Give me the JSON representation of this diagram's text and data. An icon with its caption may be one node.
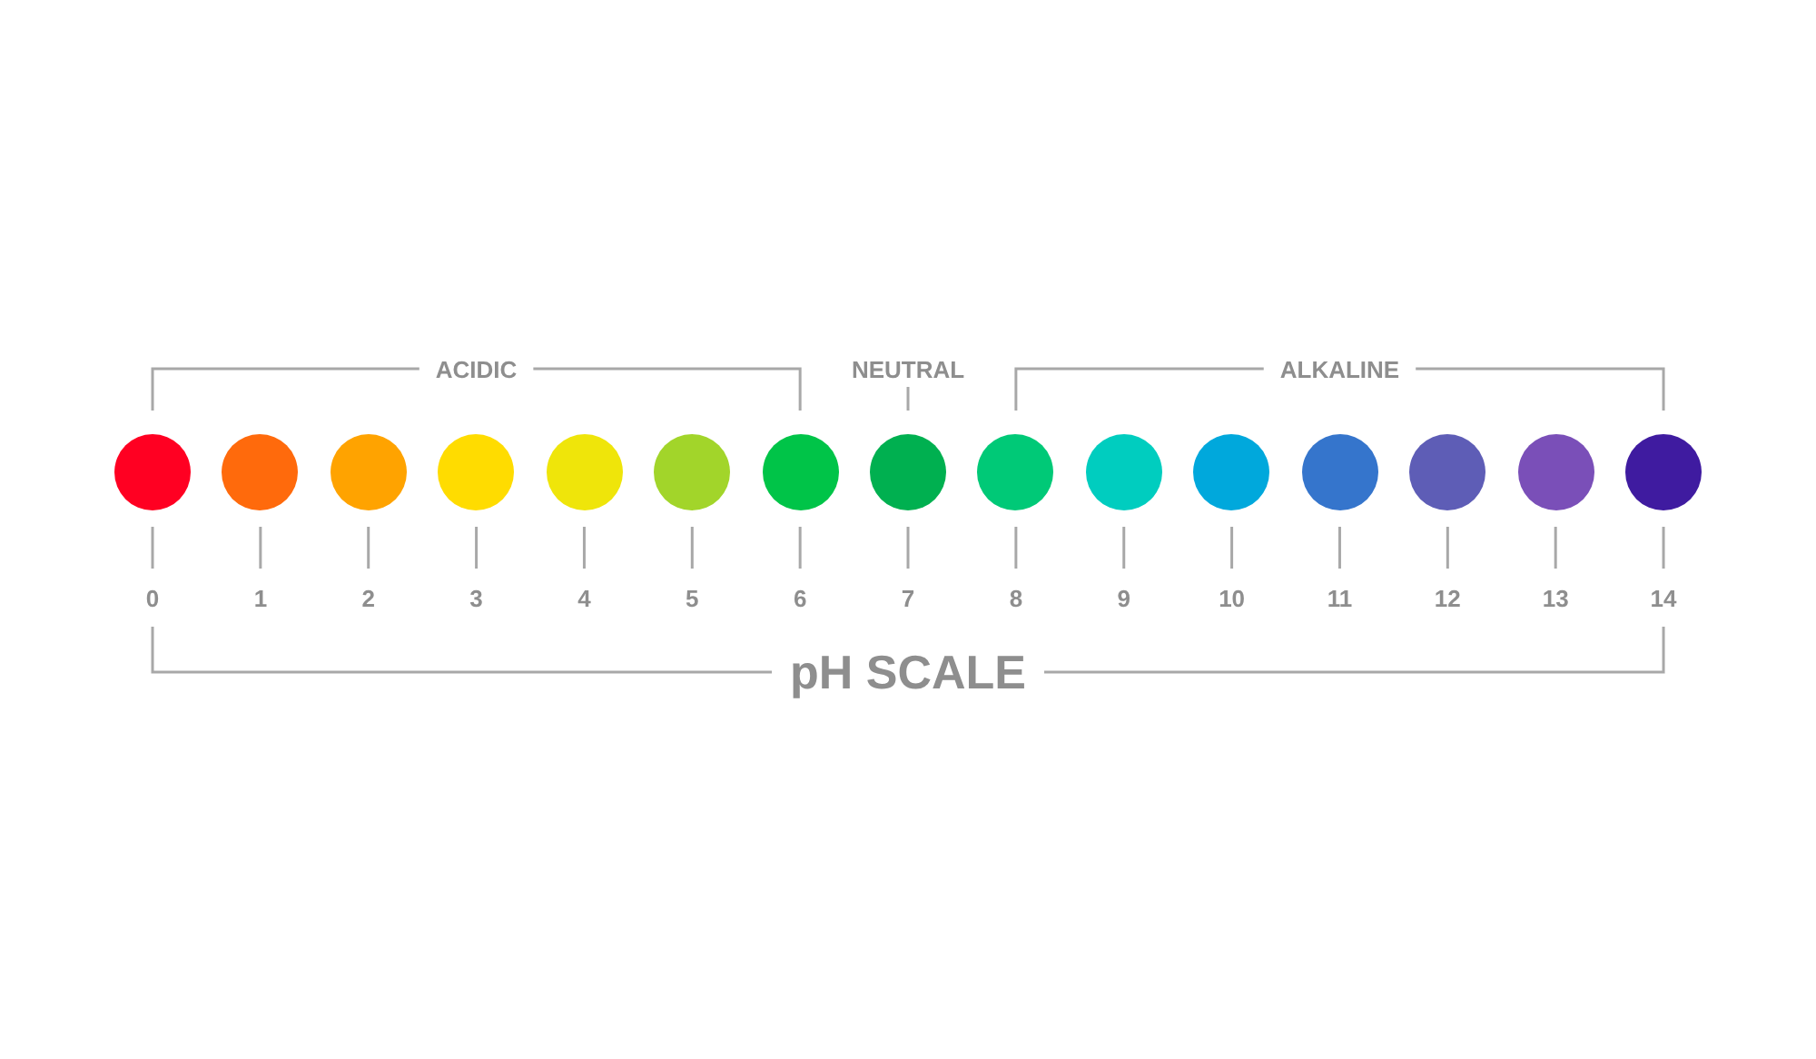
{
  "diagram": {
    "title": "pH SCALE",
    "nodes": [
      {
        "text": [],
        "shape": "circle",
        "beside": [
          "0"
        ]
      },
      {
        "text": [],
        "shape": "circle",
        "beside": [
          "1"
        ]
      },
      {
        "text": [],
        "shape": "circle",
        "beside": [
          "2"
        ]
      },
      {
        "text": [],
        "shape": "circle",
        "beside": [
          "3"
        ]
      },
      {
        "text": [],
        "shape": "circle",
        "beside": [
          "4"
        ]
      },
      {
        "text": [],
        "shape": "circle",
        "beside": [
          "5"
        ]
      },
      {
        "text": [],
        "shape": "circle",
        "beside": [
          "6"
        ]
      },
      {
        "text": [],
        "shape": "circle",
        "beside": [
          "7"
        ]
      },
      {
        "text": [],
        "shape": "circle",
        "beside": [
          "8"
        ]
      },
      {
        "text": [],
        "shape": "circle",
        "beside": [
          "9"
        ]
      },
      {
        "text": [],
        "shape": "circle",
        "beside": [
          "10"
        ]
      },
      {
        "text": [],
        "shape": "circle",
        "beside": [
          "11"
        ]
      },
      {
        "text": [],
        "shape": "circle",
        "beside": [
          "12"
        ]
      },
      {
        "text": [],
        "shape": "circle",
        "beside": [
          "13"
        ]
      },
      {
        "text": [],
        "shape": "circle",
        "beside": [
          "14"
        ]
      }
    ],
    "labels": [
      "ACIDIC",
      "NEUTRAL",
      "ALKALINE"
    ]
  }
}
